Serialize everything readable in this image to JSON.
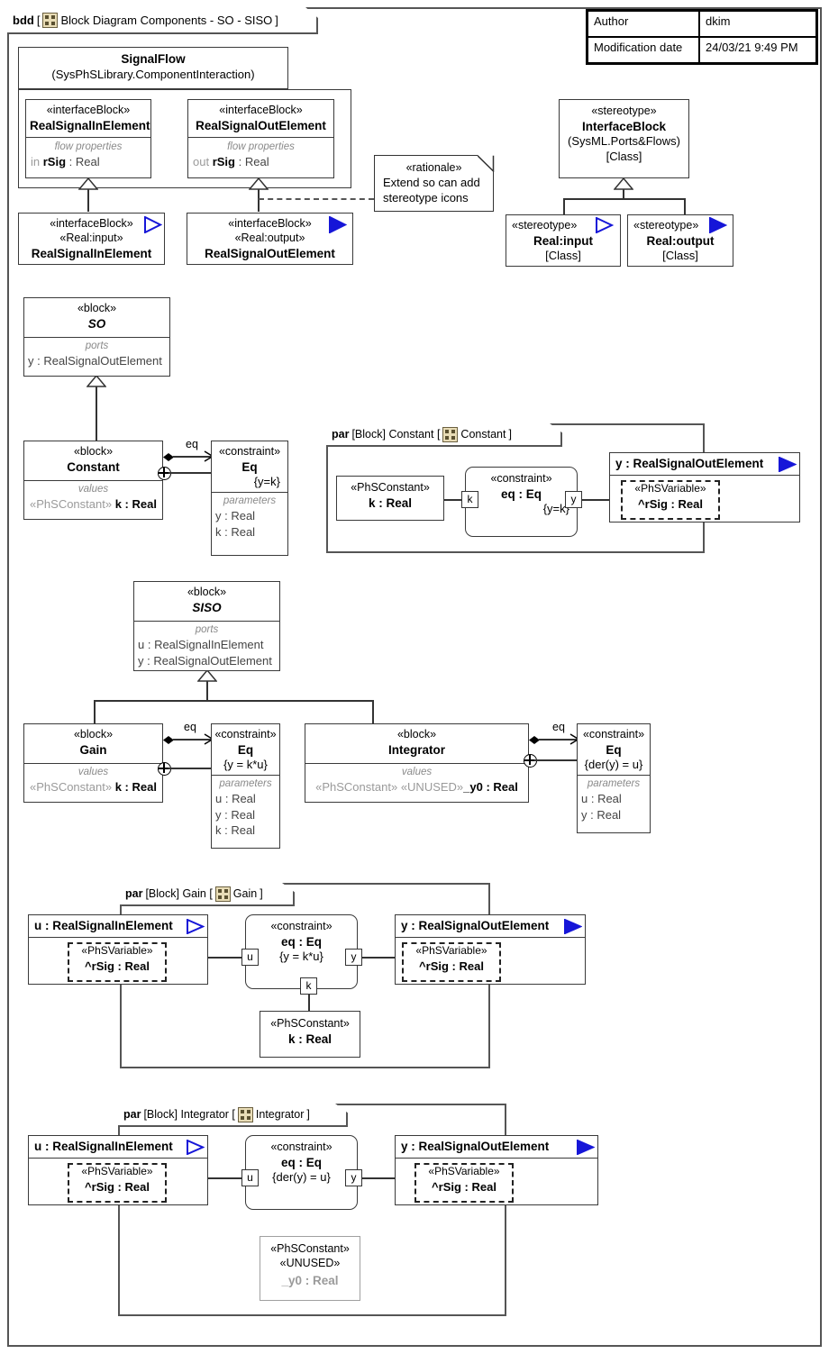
{
  "frame": {
    "kind": "bdd",
    "title": "Block Diagram Components - SO - SISO",
    "icon": "bdd-palette-icon"
  },
  "meta": {
    "author_label": "Author",
    "author_value": "dkim",
    "date_label": "Modification date",
    "date_value": "24/03/21 9:49 PM"
  },
  "signalflow": {
    "name": "SignalFlow",
    "qualifier": "(SysPhSLibrary.ComponentInteraction)",
    "members": [
      {
        "stereotype": "«interfaceBlock»",
        "name": "RealSignalInElement",
        "compartment": "flow properties",
        "feature_dir": "in",
        "feature": "rSig",
        "feature_type": ": Real"
      },
      {
        "stereotype": "«interfaceBlock»",
        "name": "RealSignalOutElement",
        "compartment": "flow properties",
        "feature_dir": "out",
        "feature": "rSig",
        "feature_type": ": Real"
      }
    ]
  },
  "real_blocks": [
    {
      "stereotype": "«interfaceBlock»",
      "stereotype2": "«Real:input»",
      "name": "RealSignalInElement",
      "icon": "real-input-arrow-icon"
    },
    {
      "stereotype": "«interfaceBlock»",
      "stereotype2": "«Real:output»",
      "name": "RealSignalOutElement",
      "icon": "real-output-arrow-icon"
    }
  ],
  "rationale_note": {
    "stereotype": "«rationale»",
    "line1": "Extend so can add",
    "line2": "stereotype icons"
  },
  "interface_block_stereo": {
    "stereotype": "«stereotype»",
    "name": "InterfaceBlock",
    "qualifier": "(SysML.Ports&Flows)",
    "metaclass": "[Class]"
  },
  "stereotypes": [
    {
      "stereotype": "«stereotype»",
      "name": "Real:input",
      "metaclass": "[Class]",
      "icon": "real-input-arrow-icon"
    },
    {
      "stereotype": "«stereotype»",
      "name": "Real:output",
      "metaclass": "[Class]",
      "icon": "real-output-arrow-icon"
    }
  ],
  "so_block": {
    "stereotype": "«block»",
    "name": "SO",
    "compartment": "ports",
    "ports": [
      "y : RealSignalOutElement"
    ]
  },
  "constant_block": {
    "stereotype": "«block»",
    "name": "Constant",
    "compartment": "values",
    "values_stereo": "«PhSConstant»",
    "values_text": "k : Real"
  },
  "constant_eq": {
    "stereotype": "«constraint»",
    "name": "Eq",
    "expression": "{y=k}",
    "compartment": "parameters",
    "parameters": [
      "y : Real",
      "k : Real"
    ],
    "edge_label": "eq"
  },
  "par_constant": {
    "kw": "par",
    "scope": "[Block] Constant [",
    "name": "Constant",
    "close": "]",
    "phsconstant": {
      "stereotype": "«PhSConstant»",
      "name": "k : Real"
    },
    "constraint": {
      "stereotype": "«constraint»",
      "name": "eq : Eq",
      "expression": "{y=k}",
      "port_k": "k",
      "port_y": "y"
    },
    "out_port": {
      "name": "y : RealSignalOutElement",
      "prop_stereo": "«PhSVariable»",
      "prop_name": "^rSig : Real",
      "icon": "real-output-arrow-icon"
    }
  },
  "siso_block": {
    "stereotype": "«block»",
    "name": "SISO",
    "compartment": "ports",
    "ports": [
      "u : RealSignalInElement",
      "y : RealSignalOutElement"
    ]
  },
  "gain_block": {
    "stereotype": "«block»",
    "name": "Gain",
    "compartment": "values",
    "values_stereo": "«PhSConstant»",
    "values_text": "k : Real"
  },
  "gain_eq": {
    "stereotype": "«constraint»",
    "name": "Eq",
    "expression": "{y = k*u}",
    "compartment": "parameters",
    "parameters": [
      "u : Real",
      "y : Real",
      "k : Real"
    ],
    "edge_label": "eq"
  },
  "integrator_block": {
    "stereotype": "«block»",
    "name": "Integrator",
    "compartment": "values",
    "values_stereo": "«PhSConstant»",
    "values_stereo2": "«UNUSED»",
    "values_text": "_y0 : Real"
  },
  "integrator_eq": {
    "stereotype": "«constraint»",
    "name": "Eq",
    "expression": "{der(y) = u}",
    "compartment": "parameters",
    "parameters": [
      "u : Real",
      "y : Real"
    ],
    "edge_label": "eq"
  },
  "par_gain": {
    "kw": "par",
    "scope": "[Block] Gain [",
    "name": "Gain",
    "close": "]",
    "in_port": {
      "name": "u : RealSignalInElement",
      "prop_stereo": "«PhSVariable»",
      "prop_name": "^rSig : Real",
      "icon": "real-input-arrow-icon"
    },
    "constraint": {
      "stereotype": "«constraint»",
      "name": "eq : Eq",
      "expression": "{y = k*u}",
      "port_u": "u",
      "port_y": "y",
      "port_k": "k"
    },
    "out_port": {
      "name": "y : RealSignalOutElement",
      "prop_stereo": "«PhSVariable»",
      "prop_name": "^rSig : Real",
      "icon": "real-output-arrow-icon"
    },
    "phsconstant": {
      "stereotype": "«PhSConstant»",
      "name": "k : Real"
    }
  },
  "par_integrator": {
    "kw": "par",
    "scope": "[Block] Integrator [",
    "name": "Integrator",
    "close": "]",
    "in_port": {
      "name": "u : RealSignalInElement",
      "prop_stereo": "«PhSVariable»",
      "prop_name": "^rSig : Real",
      "icon": "real-input-arrow-icon"
    },
    "constraint": {
      "stereotype": "«constraint»",
      "name": "eq : Eq",
      "expression": "{der(y) = u}",
      "port_u": "u",
      "port_y": "y"
    },
    "out_port": {
      "name": "y : RealSignalOutElement",
      "prop_stereo": "«PhSVariable»",
      "prop_name": "^rSig : Real",
      "icon": "real-output-arrow-icon"
    },
    "phsconstant": {
      "stereotype": "«PhSConstant»",
      "stereotype2": "«UNUSED»",
      "name": "_y0 : Real"
    }
  },
  "colors": {
    "accent_blue": "#1616d8",
    "frame_stroke": "#555555",
    "box_stroke": "#3a3a3a",
    "muted_text": "#9a9a9a",
    "icon_fill": "#e8dcb6"
  }
}
